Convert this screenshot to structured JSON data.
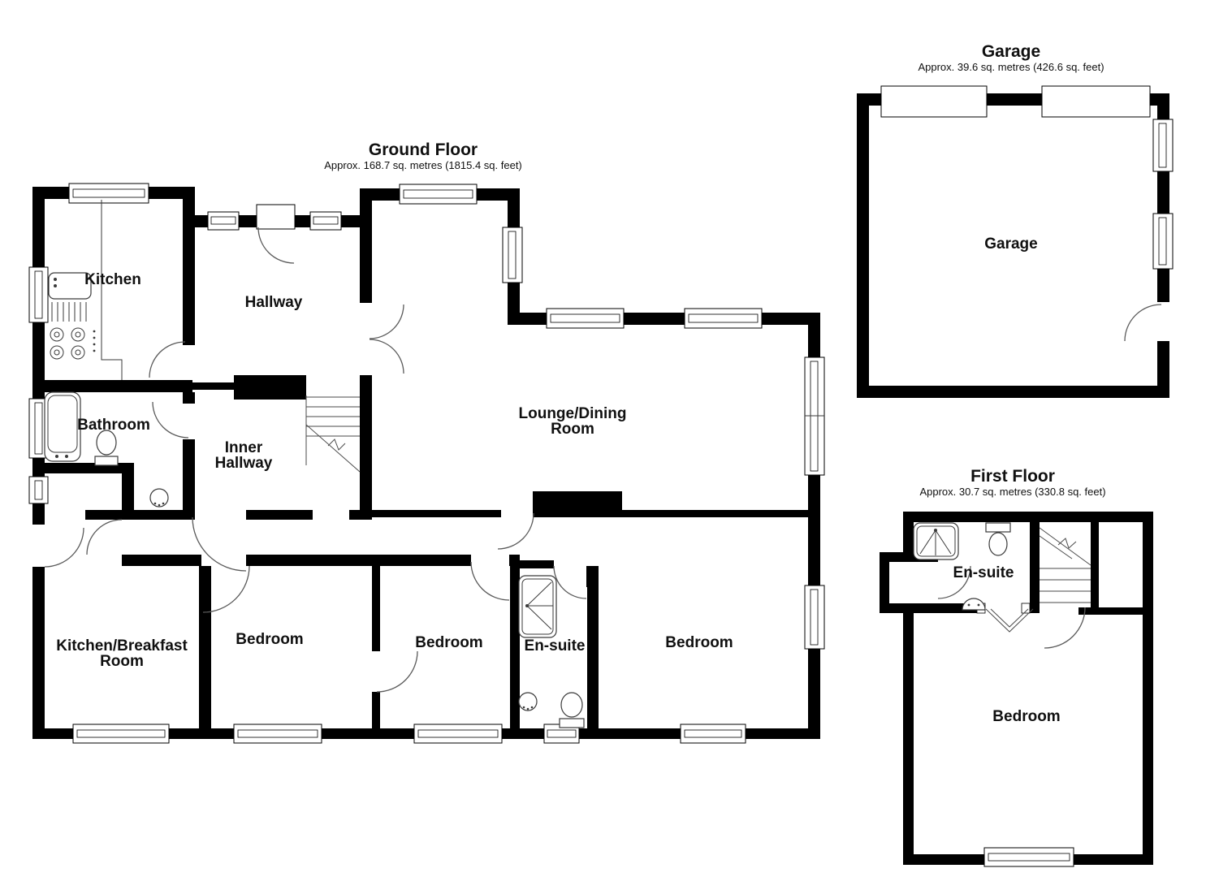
{
  "plans": {
    "ground_floor": {
      "title": "Ground Floor",
      "area": "Approx. 168.7 sq. metres (1815.4 sq. feet)",
      "rooms": {
        "kitchen": "Kitchen",
        "hallway": "Hallway",
        "lounge_dining_1": "Lounge/Dining",
        "lounge_dining_2": "Room",
        "bathroom": "Bathroom",
        "inner_hallway_1": "Inner",
        "inner_hallway_2": "Hallway",
        "kitchen_breakfast_1": "Kitchen/Breakfast",
        "kitchen_breakfast_2": "Room",
        "bedroom_left": "Bedroom",
        "bedroom_middle": "Bedroom",
        "ensuite": "En-suite",
        "bedroom_right": "Bedroom"
      }
    },
    "garage": {
      "title": "Garage",
      "area": "Approx. 39.6 sq. metres (426.6 sq. feet)",
      "rooms": {
        "garage": "Garage"
      }
    },
    "first_floor": {
      "title": "First Floor",
      "area": "Approx. 30.7 sq. metres (330.8 sq. feet)",
      "rooms": {
        "ensuite": "En-suite",
        "bedroom": "Bedroom"
      }
    }
  },
  "colors": {
    "wall": "#000000",
    "door_arc": "#5a5a5a",
    "fixture": "#3a3a3a",
    "background": "#ffffff"
  }
}
